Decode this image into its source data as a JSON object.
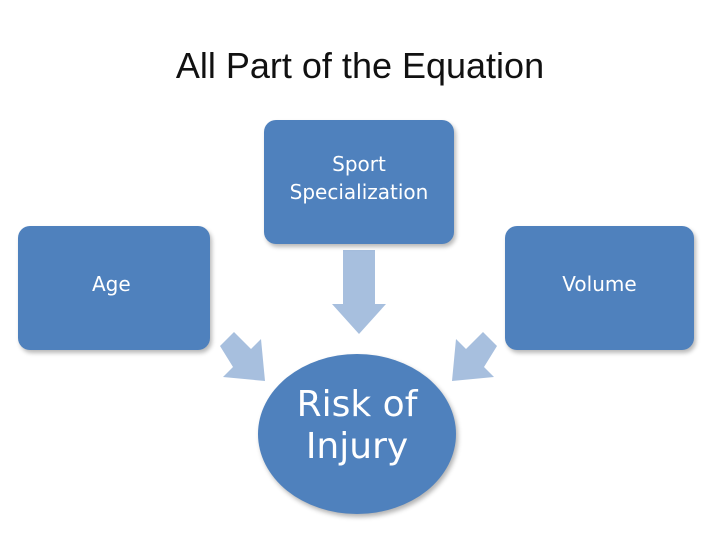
{
  "title": "All Part of the Equation",
  "diagram": {
    "nodes": {
      "sport": {
        "label": "Sport\nSpecialization"
      },
      "age": {
        "label": "Age"
      },
      "volume": {
        "label": "Volume"
      },
      "center": {
        "label": "Risk of\nInjury"
      }
    },
    "edges": [
      {
        "from": "Sport Specialization",
        "to": "Risk of Injury"
      },
      {
        "from": "Age",
        "to": "Risk of Injury"
      },
      {
        "from": "Volume",
        "to": "Risk of Injury"
      }
    ]
  },
  "colors": {
    "box_fill": "#4f81bd",
    "circle_fill": "#4f81bd",
    "arrow_fill": "#a7bfde",
    "text": "#ffffff",
    "title_text": "#111111"
  }
}
